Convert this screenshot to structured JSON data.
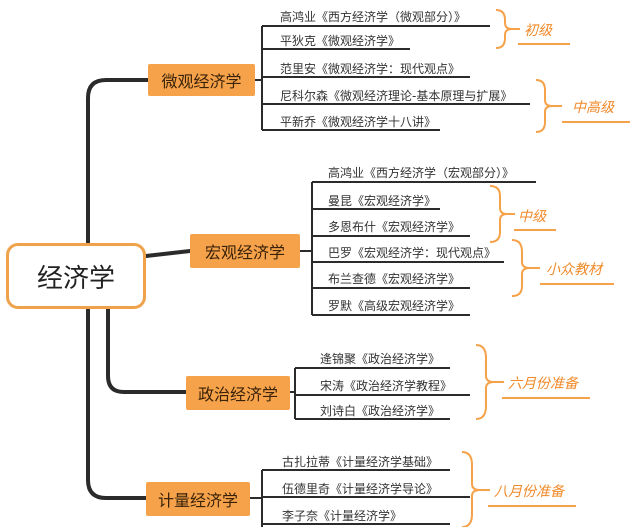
{
  "root": {
    "label": "经济学"
  },
  "branches": [
    {
      "label": "微观经济学",
      "books": [
        "高鸿业《西方经济学（微观部分）》",
        "平狄克《微观经济学》",
        "范里安《微观经济学：现代观点》",
        "尼科尔森《微观经济理论-基本原理与扩展》",
        "平新乔《微观经济学十八讲》"
      ],
      "tags": [
        "初级",
        "中高级"
      ]
    },
    {
      "label": "宏观经济学",
      "books": [
        "高鸿业《西方经济学（宏观部分）》",
        "曼昆《宏观经济学》",
        "多恩布什《宏观经济学》",
        "巴罗《宏观经济学：现代观点》",
        "布兰查德《宏观经济学》",
        "罗默《高级宏观经济学》"
      ],
      "tags": [
        "中级",
        "小众教材"
      ]
    },
    {
      "label": "政治经济学",
      "books": [
        "逄锦聚《政治经济学》",
        "宋涛《政治经济学教程》",
        "刘诗白《政治经济学》"
      ],
      "tags": [
        "六月份准备"
      ]
    },
    {
      "label": "计量经济学",
      "books": [
        "古扎拉蒂《计量经济学基础》",
        "伍德里奇《计量经济学导论》",
        "李子奈《计量经济学》"
      ],
      "tags": [
        "八月份准备"
      ]
    }
  ],
  "colors": {
    "accent": "#f5a24a",
    "tag_text": "#f08a2a",
    "line": "#2b2b2b"
  }
}
